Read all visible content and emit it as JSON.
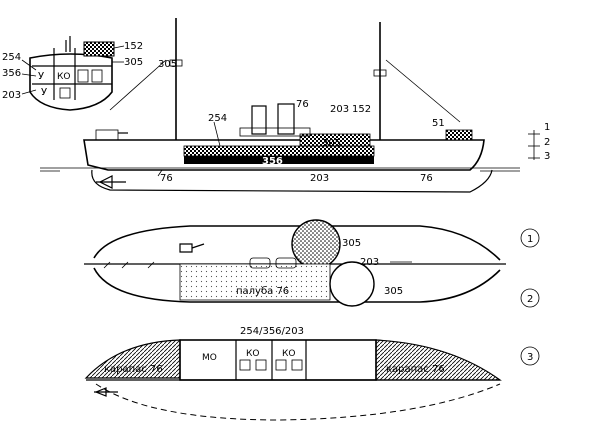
{
  "section": {
    "label_top": "152",
    "label_right": "305",
    "label_254": "254",
    "label_356": "356",
    "label_203": "203",
    "compart_u1": "У",
    "compart_u2": "У",
    "compart_ko": "КО"
  },
  "profile": {
    "label_305_mast": "305",
    "label_254": "254",
    "label_76_funnel": "76",
    "label_203_top": "203",
    "label_152": "152",
    "label_51": "51",
    "label_305_belt": "305",
    "label_356_belt": "356",
    "label_76_left": "76",
    "label_203_bottom": "203",
    "label_76_right": "76",
    "level_1": "1",
    "level_2": "2",
    "level_3": "3"
  },
  "plan_views": {
    "marker_1": "1",
    "marker_2": "2",
    "marker_3": "3",
    "label_305_a": "305",
    "label_203": "203",
    "label_305_b": "305",
    "deck_label": "палуба 76",
    "belt_label": "254/356/203",
    "mo_label": "МО",
    "ko1_label": "КО",
    "ko2_label": "КО",
    "carapace_left": "карапас 76",
    "carapace_right": "карапас 76"
  }
}
